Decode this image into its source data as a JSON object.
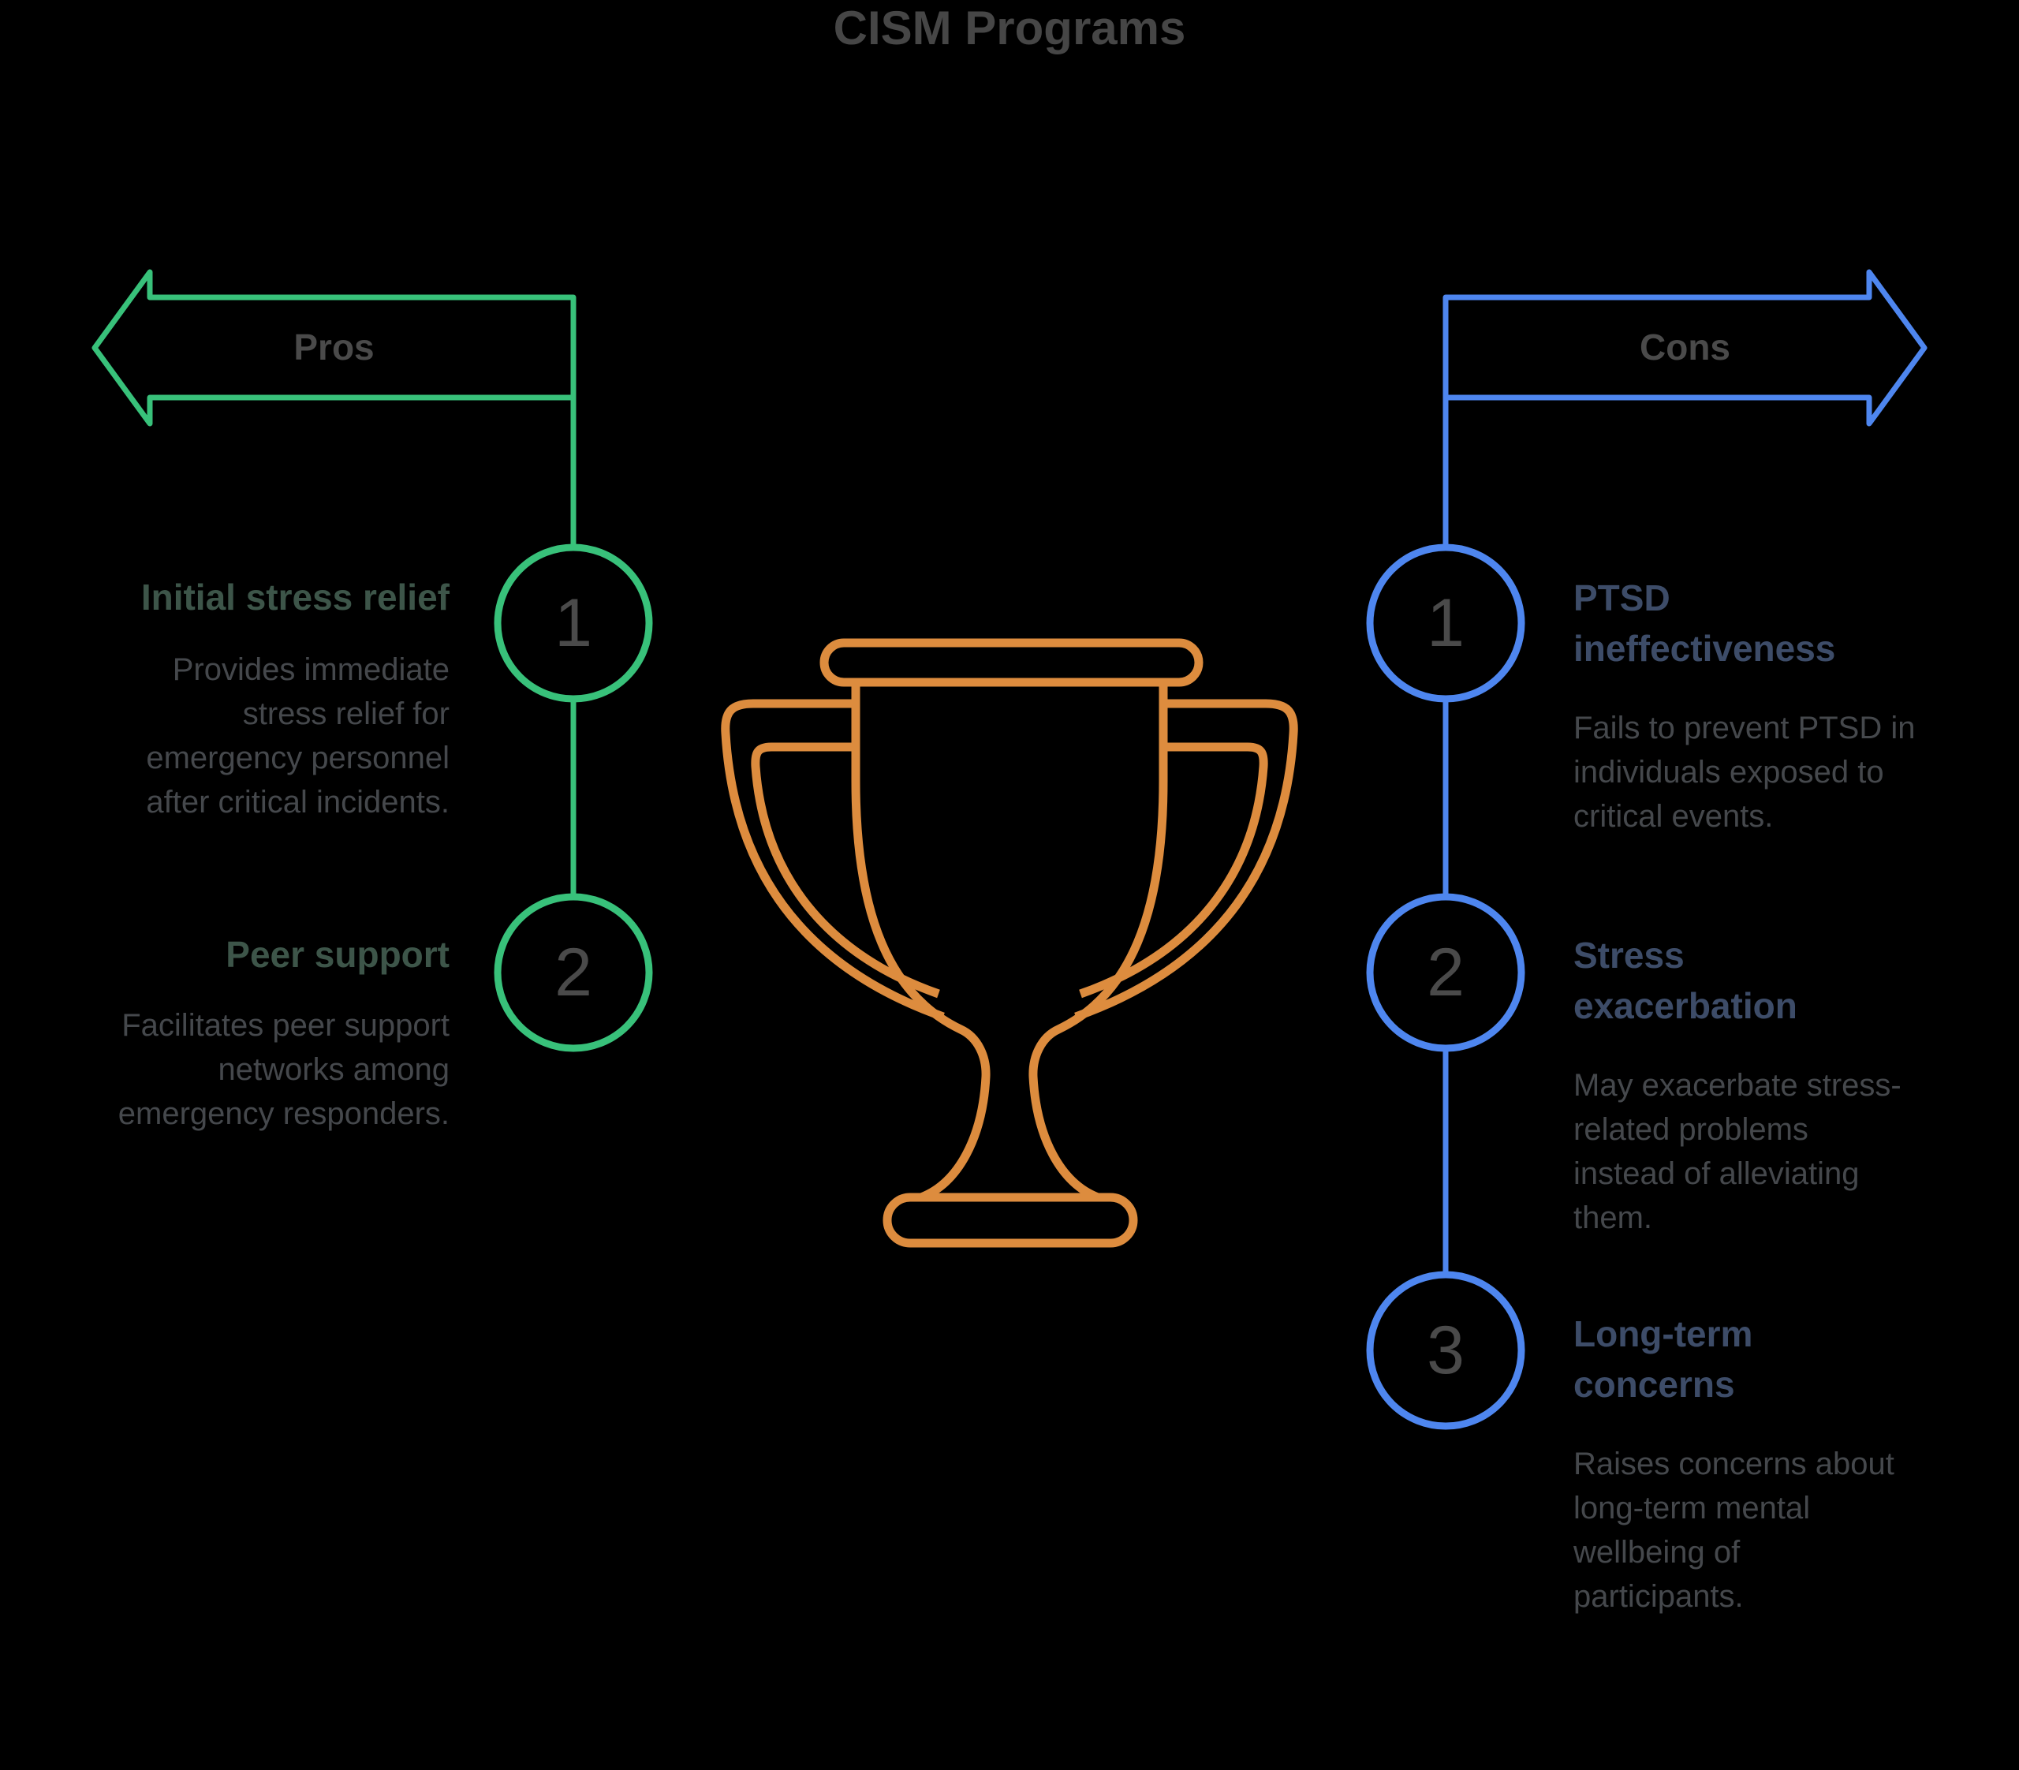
{
  "title": "CISM Programs",
  "colors": {
    "background": "#000000",
    "pros_green": "#38c17a",
    "cons_blue": "#4e86ef",
    "trophy_orange": "#dd8c3e",
    "title_gray": "#464646",
    "label_gray": "#4a4a4a",
    "number_gray": "#4a4a4a",
    "pros_heading": "#3d5549",
    "cons_heading": "#3d4c68",
    "body_text": "#45484c"
  },
  "center_icon": "trophy-icon",
  "pros": {
    "label": "Pros",
    "items": [
      {
        "number": "1",
        "heading": "Initial stress relief",
        "body": "Provides immediate\nstress relief for\nemergency personnel\nafter critical incidents."
      },
      {
        "number": "2",
        "heading": "Peer support",
        "body": "Facilitates peer support\nnetworks among\nemergency responders."
      }
    ]
  },
  "cons": {
    "label": "Cons",
    "items": [
      {
        "number": "1",
        "heading": "PTSD\nineffectiveness",
        "body": "Fails to prevent PTSD in\nindividuals exposed to\ncritical events."
      },
      {
        "number": "2",
        "heading": "Stress\nexacerbation",
        "body": "May exacerbate stress-\nrelated problems\ninstead of alleviating\nthem."
      },
      {
        "number": "3",
        "heading": "Long-term\nconcerns",
        "body": "Raises concerns about\nlong-term mental\nwellbeing of\nparticipants."
      }
    ]
  }
}
